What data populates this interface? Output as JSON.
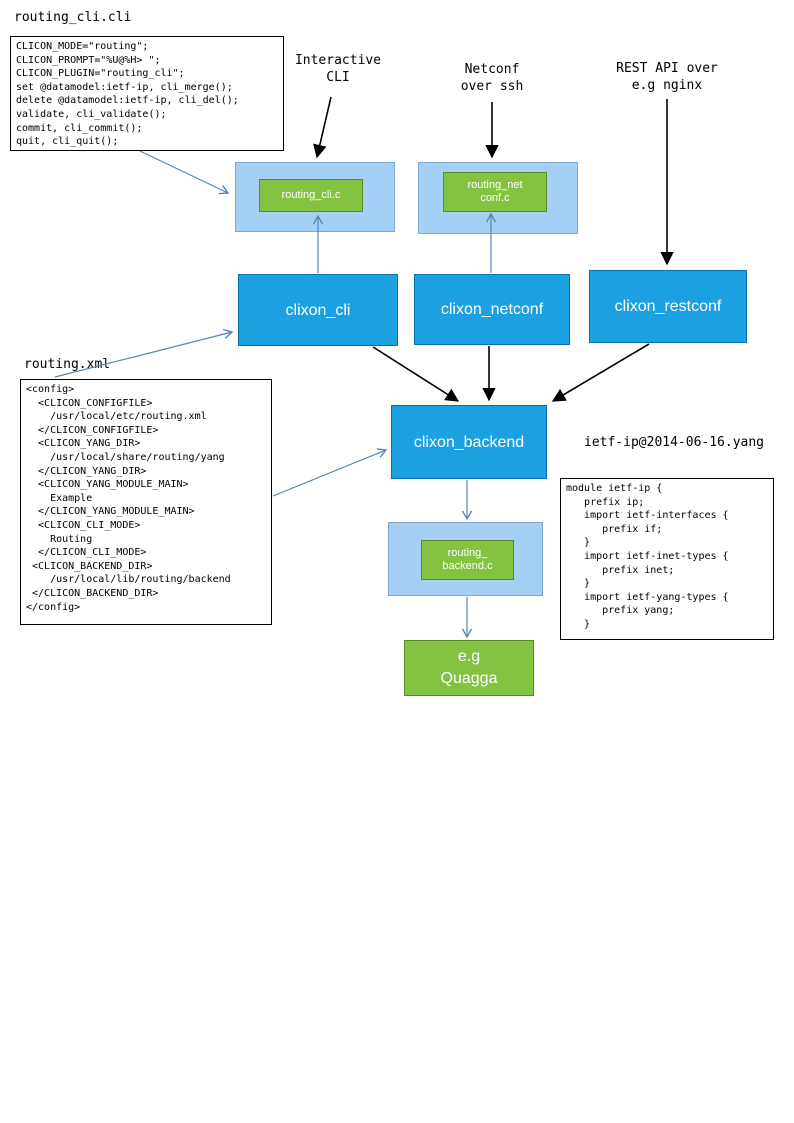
{
  "colors": {
    "node_blue": "#1ba1e2",
    "node_blue_border": "#0a6fae",
    "container_blue": "#a4d0f5",
    "container_blue_border": "#7ea8d0",
    "plugin_green": "#82c341",
    "plugin_green_border": "#5c8a28",
    "arrow_blue": "#5585b5",
    "arrow_black": "#000000"
  },
  "files": {
    "cli_spec": {
      "title": "routing_cli.cli",
      "lines": [
        "CLICON_MODE=\"routing\";",
        "CLICON_PROMPT=\"%U@%H> \";",
        "CLICON_PLUGIN=\"routing_cli\";",
        "set @datamodel:ietf-ip, cli_merge();",
        "delete @datamodel:ietf-ip, cli_del();",
        "validate, cli_validate();",
        "commit, cli_commit();",
        "quit, cli_quit();"
      ]
    },
    "config_xml": {
      "title": "routing.xml",
      "lines": [
        "<config>",
        "  <CLICON_CONFIGFILE>",
        "    /usr/local/etc/routing.xml",
        "  </CLICON_CONFIGFILE>",
        "  <CLICON_YANG_DIR>",
        "    /usr/local/share/routing/yang",
        "  </CLICON_YANG_DIR>",
        "  <CLICON_YANG_MODULE_MAIN>",
        "    Example",
        "  </CLICON_YANG_MODULE_MAIN>",
        "  <CLICON_CLI_MODE>",
        "    Routing",
        "  </CLICON_CLI_MODE>",
        " <CLICON_BACKEND_DIR>",
        "    /usr/local/lib/routing/backend",
        " </CLICON_BACKEND_DIR>",
        "</config>"
      ]
    },
    "yang_module": {
      "title": "ietf-ip@2014-06-16.yang",
      "lines": [
        "module ietf-ip {",
        "   prefix ip;",
        "   import ietf-interfaces {",
        "      prefix if;",
        "   }",
        "   import ietf-inet-types {",
        "      prefix inet;",
        "   }",
        "   import ietf-yang-types {",
        "      prefix yang;",
        "   }"
      ]
    }
  },
  "annotations": {
    "interactive_cli": [
      "Interactive",
      "CLI"
    ],
    "netconf_ssh": [
      "Netconf",
      "over ssh"
    ],
    "rest_api": [
      "REST API over",
      "e.g nginx"
    ]
  },
  "nodes": {
    "routing_cli_c": {
      "label": "routing_cli.c"
    },
    "routing_netconf_c": {
      "lines": [
        "routing_net",
        "conf.c"
      ]
    },
    "clixon_cli": {
      "label": "clixon_cli"
    },
    "clixon_netconf": {
      "label": "clixon_netconf"
    },
    "clixon_restconf": {
      "label": "clixon_restconf"
    },
    "clixon_backend": {
      "label": "clixon_backend"
    },
    "routing_backend_c": {
      "lines": [
        "routing_",
        "backend.c"
      ]
    },
    "quagga": {
      "lines": [
        "e.g",
        "Quagga"
      ]
    }
  }
}
